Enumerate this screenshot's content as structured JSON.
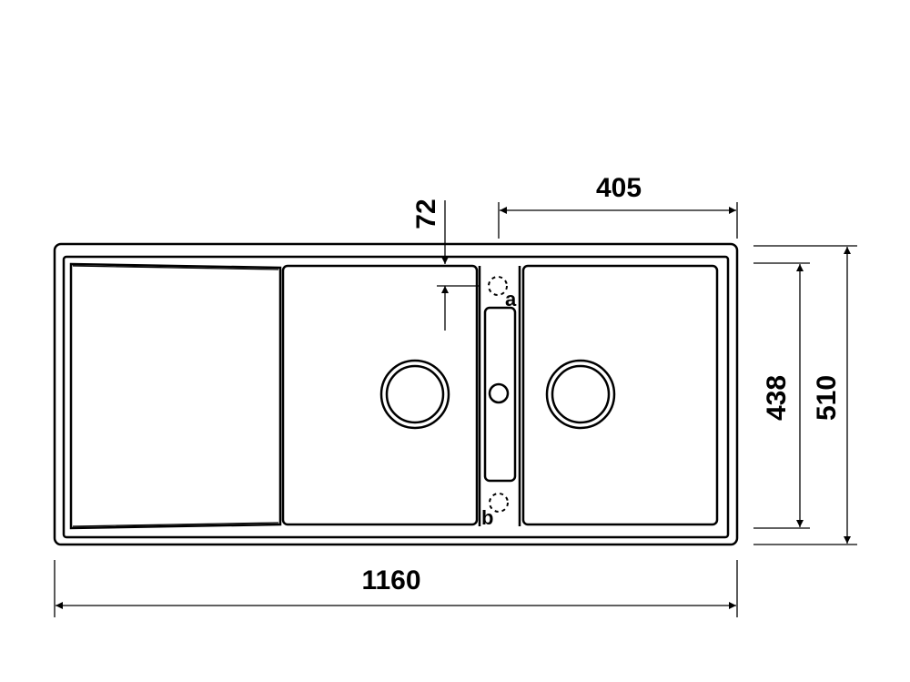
{
  "drawing": {
    "title": "Double bowl sink with drainboard - dimensional drawing",
    "dimensions": {
      "overall_width": "1160",
      "overall_depth": "510",
      "bowl_depth": "438",
      "right_bowl_width": "405",
      "edge_to_bowl": "72"
    },
    "labels": {
      "tap_hole_a": "a",
      "tap_hole_b": "b"
    },
    "colors": {
      "line": "#000000",
      "background": "#ffffff"
    }
  }
}
